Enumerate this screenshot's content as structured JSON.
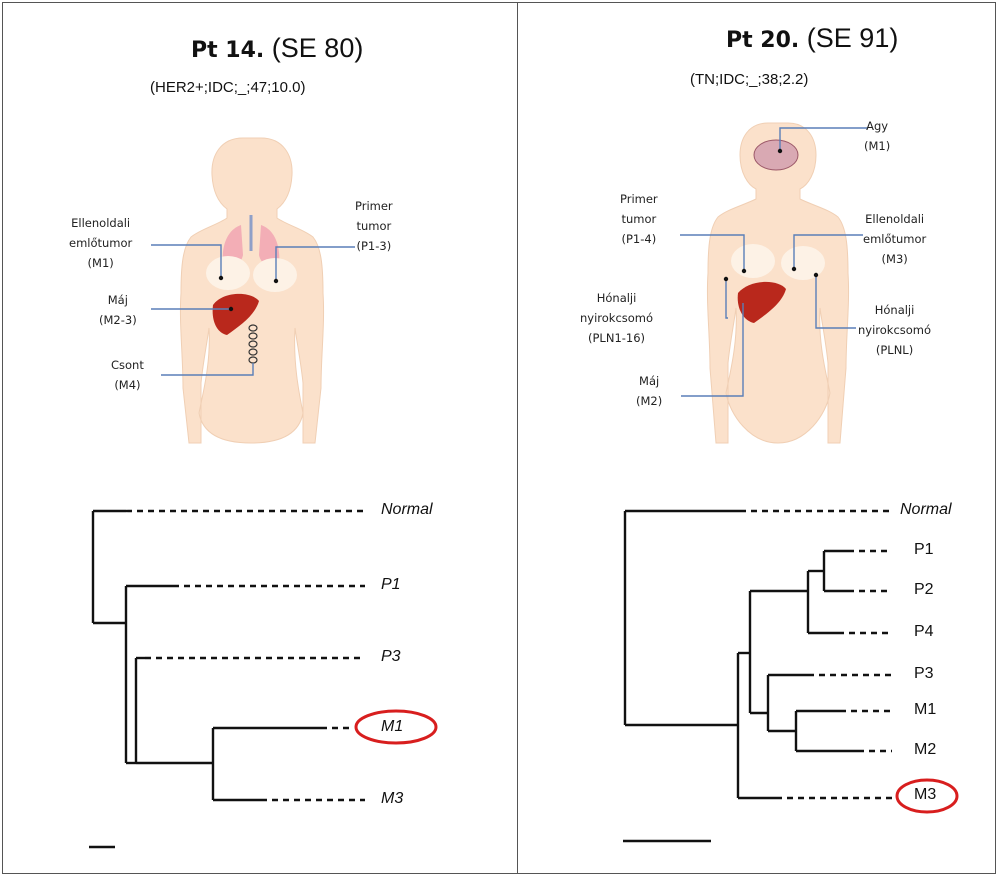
{
  "left": {
    "title_bold": "Pt 14.",
    "title_rest": "(SE 80)",
    "subtitle": "(HER2+;IDC;_;47;10.0)",
    "labels": {
      "contralateral": [
        "Ellenoldali",
        "emlőtumor",
        "(M1)"
      ],
      "primary": [
        "Primer",
        "tumor",
        "(P1-3)"
      ],
      "liver": [
        "Máj",
        "(M2-3)"
      ],
      "bone": [
        "Csont",
        "(M4)"
      ]
    },
    "tree_leaves": [
      "Normal",
      "P1",
      "P3",
      "M1",
      "M3"
    ],
    "highlighted_leaf": "M1"
  },
  "right": {
    "title_bold": "Pt 20.",
    "title_rest": "(SE 91)",
    "subtitle": "(TN;IDC;_;38;2.2)",
    "labels": {
      "brain": [
        "Agy",
        "(M1)"
      ],
      "primary": [
        "Primer",
        "tumor",
        "(P1-4)"
      ],
      "contralateral": [
        "Ellenoldali",
        "emlőtumor",
        "(M3)"
      ],
      "axillary_left": [
        "Hónalji",
        "nyirokcsomó",
        "(PLN1-16)"
      ],
      "axillary_right": [
        "Hónalji",
        "nyirokcsomó",
        "(PLNL)"
      ],
      "liver": [
        "Máj",
        "(M2)"
      ]
    },
    "tree_leaves": [
      "Normal",
      "P1",
      "P2",
      "P4",
      "P3",
      "M1",
      "M2",
      "M3"
    ],
    "highlighted_leaf": "M3"
  },
  "colors": {
    "body": "#fbe1cb",
    "lung": "#f2a9b4",
    "liver": "#b9281c",
    "breast": "#fdf2e6",
    "leader": "#5a7fb8",
    "highlight": "#d81e1e",
    "branch": "#111111"
  }
}
